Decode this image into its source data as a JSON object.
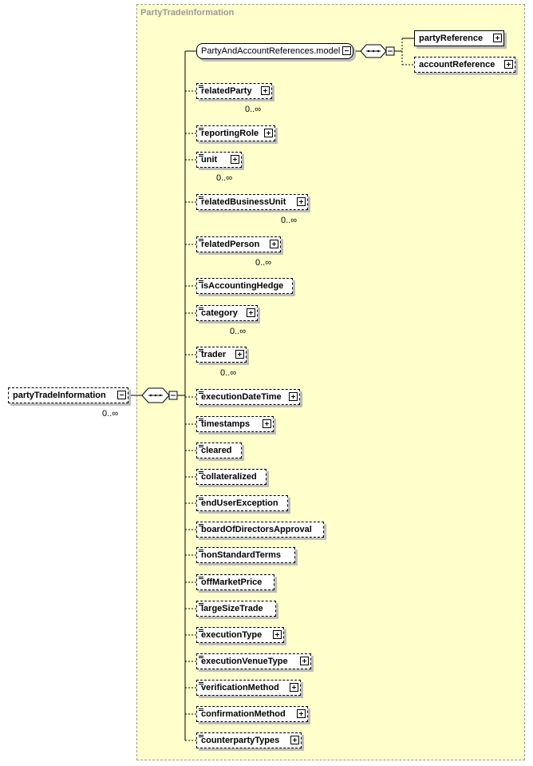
{
  "diagram": {
    "group_title": "PartyTradeInformation",
    "root": {
      "label": "partyTradeInformation",
      "cardinality": "0..∞"
    },
    "model_group": {
      "label": "PartyAndAccountReferences.model"
    },
    "model_children": [
      {
        "label": "partyReference"
      },
      {
        "label": "accountReference"
      }
    ],
    "elements": [
      {
        "label": "relatedParty",
        "cardinality": "0..∞"
      },
      {
        "label": "reportingRole"
      },
      {
        "label": "unit",
        "cardinality": "0..∞"
      },
      {
        "label": "relatedBusinessUnit",
        "cardinality": "0..∞"
      },
      {
        "label": "relatedPerson",
        "cardinality": "0..∞"
      },
      {
        "label": "isAccountingHedge"
      },
      {
        "label": "category",
        "cardinality": "0..∞"
      },
      {
        "label": "trader",
        "cardinality": "0..∞"
      },
      {
        "label": "executionDateTime"
      },
      {
        "label": "timestamps"
      },
      {
        "label": "cleared"
      },
      {
        "label": "collateralized"
      },
      {
        "label": "endUserException"
      },
      {
        "label": "boardOfDirectorsApproval"
      },
      {
        "label": "nonStandardTerms"
      },
      {
        "label": "offMarketPrice"
      },
      {
        "label": "largeSizeTrade"
      },
      {
        "label": "executionType"
      },
      {
        "label": "executionVenueType"
      },
      {
        "label": "verificationMethod"
      },
      {
        "label": "confirmationMethod"
      },
      {
        "label": "counterpartyTypes"
      }
    ],
    "icons": {
      "expand": "plus-box-icon",
      "collapse": "minus-box-icon",
      "sequence": "sequence-compositor-icon",
      "simple_content": "lines-icon"
    }
  }
}
